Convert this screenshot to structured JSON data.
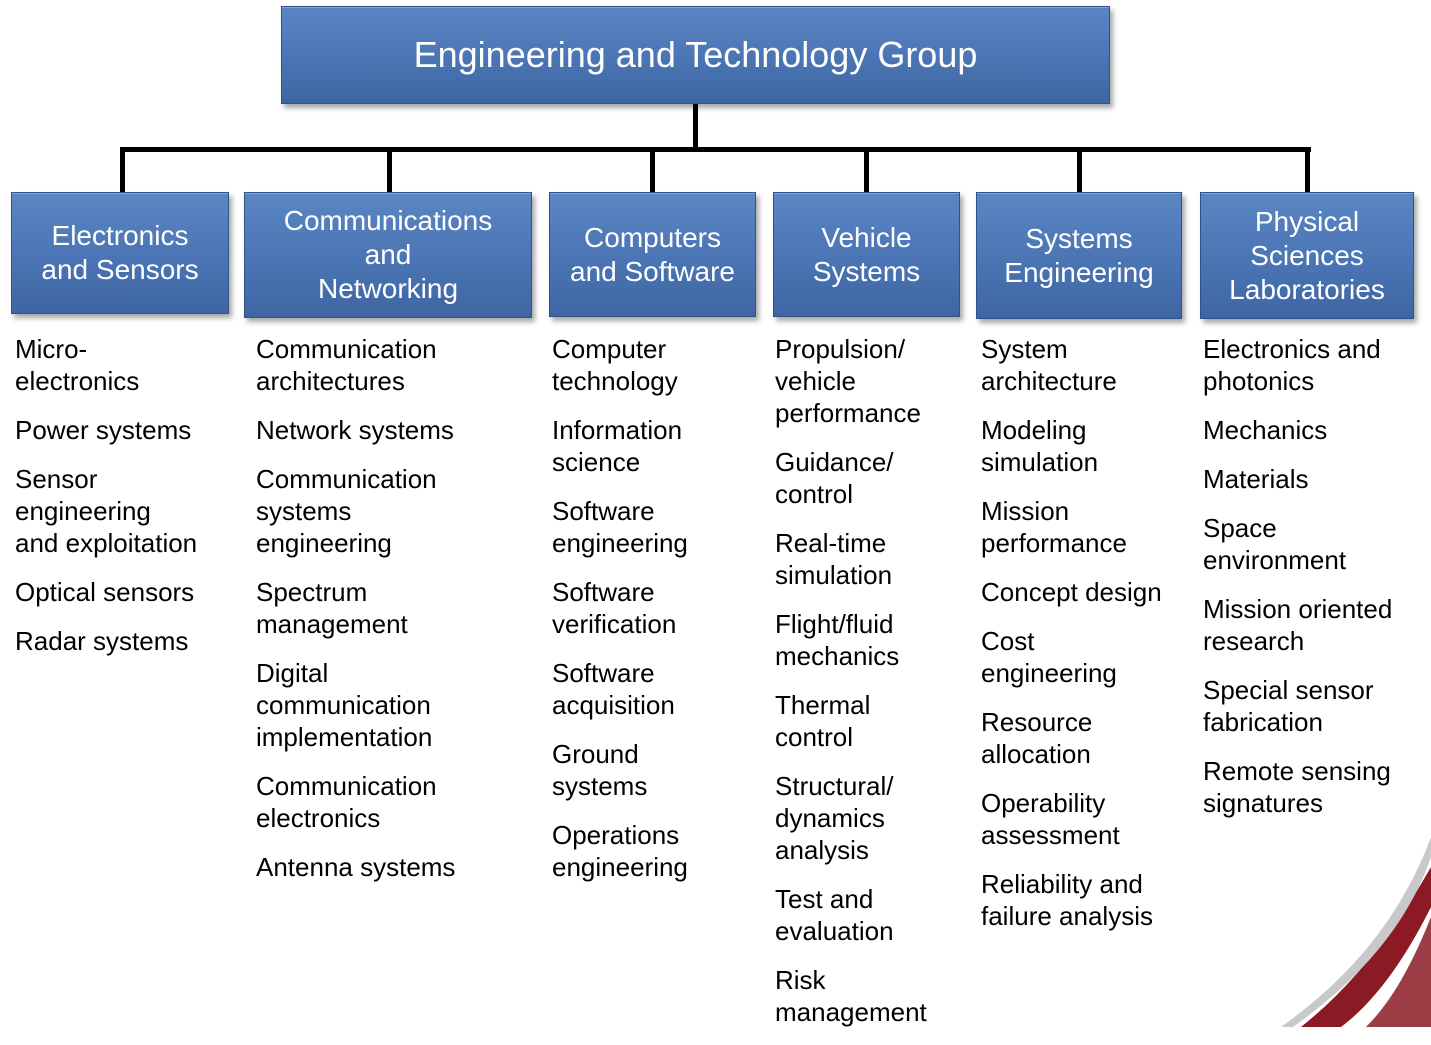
{
  "diagram": {
    "root": "Engineering and Technology Group",
    "colors": {
      "box_fill": "#4a74b3",
      "box_text": "#ffffff",
      "connector": "#000000",
      "accent": "#8b1a24"
    },
    "categories": [
      {
        "title": "Electronics\nand Sensors",
        "items": [
          "Micro-\nelectronics",
          "Power systems",
          "Sensor\nengineering\nand exploitation",
          "Optical sensors",
          "Radar systems"
        ]
      },
      {
        "title": "Communications\nand\nNetworking",
        "items": [
          "Communication\narchitectures",
          "Network systems",
          "Communication\nsystems\nengineering",
          "Spectrum\nmanagement",
          "Digital\ncommunication\nimplementation",
          "Communication\nelectronics",
          "Antenna systems"
        ]
      },
      {
        "title": "Computers\nand Software",
        "items": [
          "Computer\ntechnology",
          "Information\nscience",
          "Software\nengineering",
          "Software\nverification",
          "Software\nacquisition",
          "Ground\nsystems",
          "Operations\nengineering"
        ]
      },
      {
        "title": "Vehicle\nSystems",
        "items": [
          "Propulsion/\nvehicle\nperformance",
          "Guidance/\ncontrol",
          "Real-time\nsimulation",
          "Flight/fluid\nmechanics",
          "Thermal\ncontrol",
          "Structural/\ndynamics\nanalysis",
          "Test and\nevaluation",
          "Risk\nmanagement"
        ]
      },
      {
        "title": "Systems\nEngineering",
        "items": [
          "System\narchitecture",
          "Modeling\nsimulation",
          "Mission\nperformance",
          "Concept design",
          "Cost\nengineering",
          "Resource\nallocation",
          "Operability\nassessment",
          "Reliability and\nfailure analysis"
        ]
      },
      {
        "title": "Physical\nSciences\nLaboratories",
        "items": [
          "Electronics and\nphotonics",
          "Mechanics",
          "Materials",
          "Space\nenvironment",
          "Mission oriented\nresearch",
          "Special sensor\nfabrication",
          "Remote sensing\nsignatures"
        ]
      }
    ]
  }
}
